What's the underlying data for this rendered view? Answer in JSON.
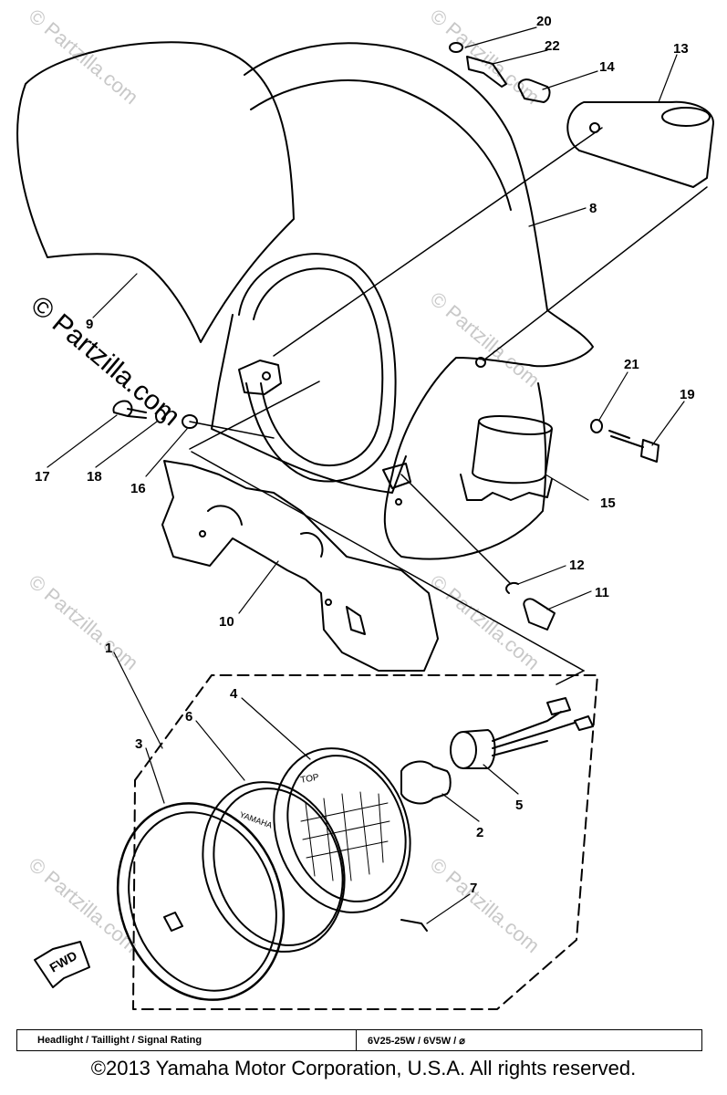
{
  "watermarks": {
    "small": "© Partzilla.com",
    "large": "© Partzilla.com"
  },
  "parts": [
    {
      "id": "20"
    },
    {
      "id": "22"
    },
    {
      "id": "14"
    },
    {
      "id": "13"
    },
    {
      "id": "8"
    },
    {
      "id": "9"
    },
    {
      "id": "21"
    },
    {
      "id": "19"
    },
    {
      "id": "17"
    },
    {
      "id": "18"
    },
    {
      "id": "16"
    },
    {
      "id": "15"
    },
    {
      "id": "12"
    },
    {
      "id": "11"
    },
    {
      "id": "10"
    },
    {
      "id": "1"
    },
    {
      "id": "4"
    },
    {
      "id": "6"
    },
    {
      "id": "3"
    },
    {
      "id": "5"
    },
    {
      "id": "2"
    },
    {
      "id": "7"
    }
  ],
  "fwd_label": "FWD",
  "lens_text": {
    "top": "TOP",
    "brand": "YAMAHA"
  },
  "rating_table": {
    "label": "Headlight / Taillight / Signal Rating",
    "value": "6V25-25W / 6V5W / ⌀"
  },
  "copyright": "©2013  Yamaha Motor Corporation, U.S.A. All rights reserved."
}
